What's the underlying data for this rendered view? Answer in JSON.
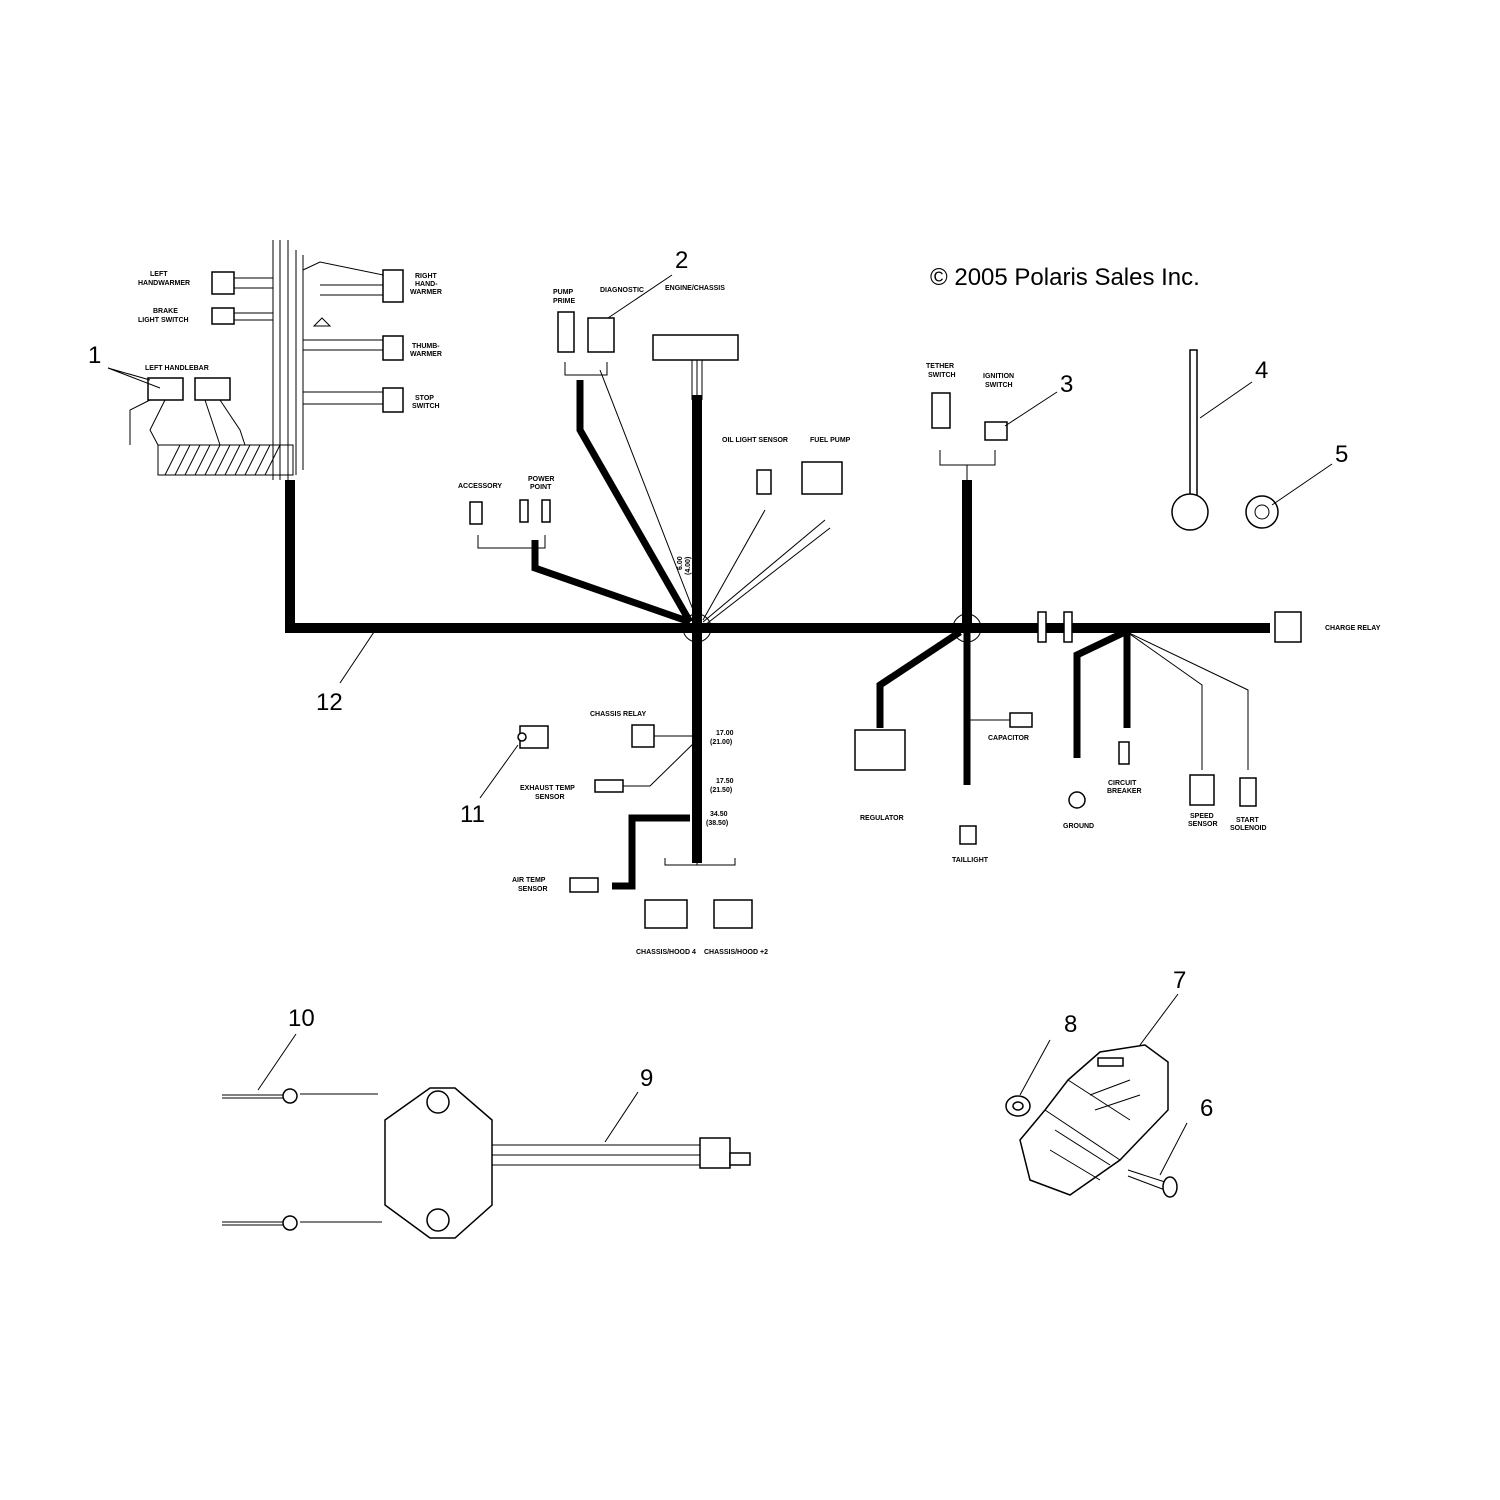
{
  "copyright": "© 2005 Polaris Sales Inc.",
  "callouts": [
    "1",
    "2",
    "3",
    "4",
    "5",
    "6",
    "7",
    "8",
    "9",
    "10",
    "11",
    "12"
  ],
  "connector_labels": {
    "left_handwarmer": [
      "LEFT",
      "HANDWARMER"
    ],
    "brake_light_switch": [
      "BRAKE",
      "LIGHT SWITCH"
    ],
    "left_handlebar": "LEFT HANDLEBAR",
    "right_handwarmer": [
      "RIGHT",
      "HAND-",
      "WARMER"
    ],
    "thumb_warmer": [
      "THUMB-",
      "WARMER"
    ],
    "stop_switch": [
      "STOP",
      "SWITCH"
    ],
    "pump_prime": [
      "PUMP",
      "PRIME"
    ],
    "diagnostic": "DIAGNOSTIC",
    "engine_chassis": "ENGINE/CHASSIS",
    "oil_light_sensor": "OIL LIGHT SENSOR",
    "fuel_pump": "FUEL PUMP",
    "accessory": "ACCESSORY",
    "power_point": [
      "POWER",
      "POINT"
    ],
    "tether_switch": [
      "TETHER",
      "SWITCH"
    ],
    "ignition_switch": [
      "IGNITION",
      "SWITCH"
    ],
    "charge_relay": "CHARGE RELAY",
    "chassis_relay": "CHASSIS RELAY",
    "exhaust_temp_sensor": [
      "EXHAUST TEMP",
      "SENSOR"
    ],
    "air_temp_sensor": [
      "AIR TEMP",
      "SENSOR"
    ],
    "chassis_hood_4": "CHASSIS/HOOD 4",
    "chassis_hood_2": "CHASSIS/HOOD +2",
    "regulator": "REGULATOR",
    "capacitor": "CAPACITOR",
    "taillight": "TAILLIGHT",
    "ground": "GROUND",
    "circuit_breaker": [
      "CIRCUIT",
      "BREAKER"
    ],
    "speed_sensor": [
      "SPEED",
      "SENSOR"
    ],
    "start_solenoid": [
      "START",
      "SOLENOID"
    ]
  },
  "dimensions": {
    "d1": [
      "6.00",
      "(4.00)"
    ],
    "d2": [
      "17.00",
      "(21.00)"
    ],
    "d3": [
      "17.50",
      "(21.50)"
    ],
    "d4": [
      "34.50",
      "(38.50)"
    ]
  }
}
